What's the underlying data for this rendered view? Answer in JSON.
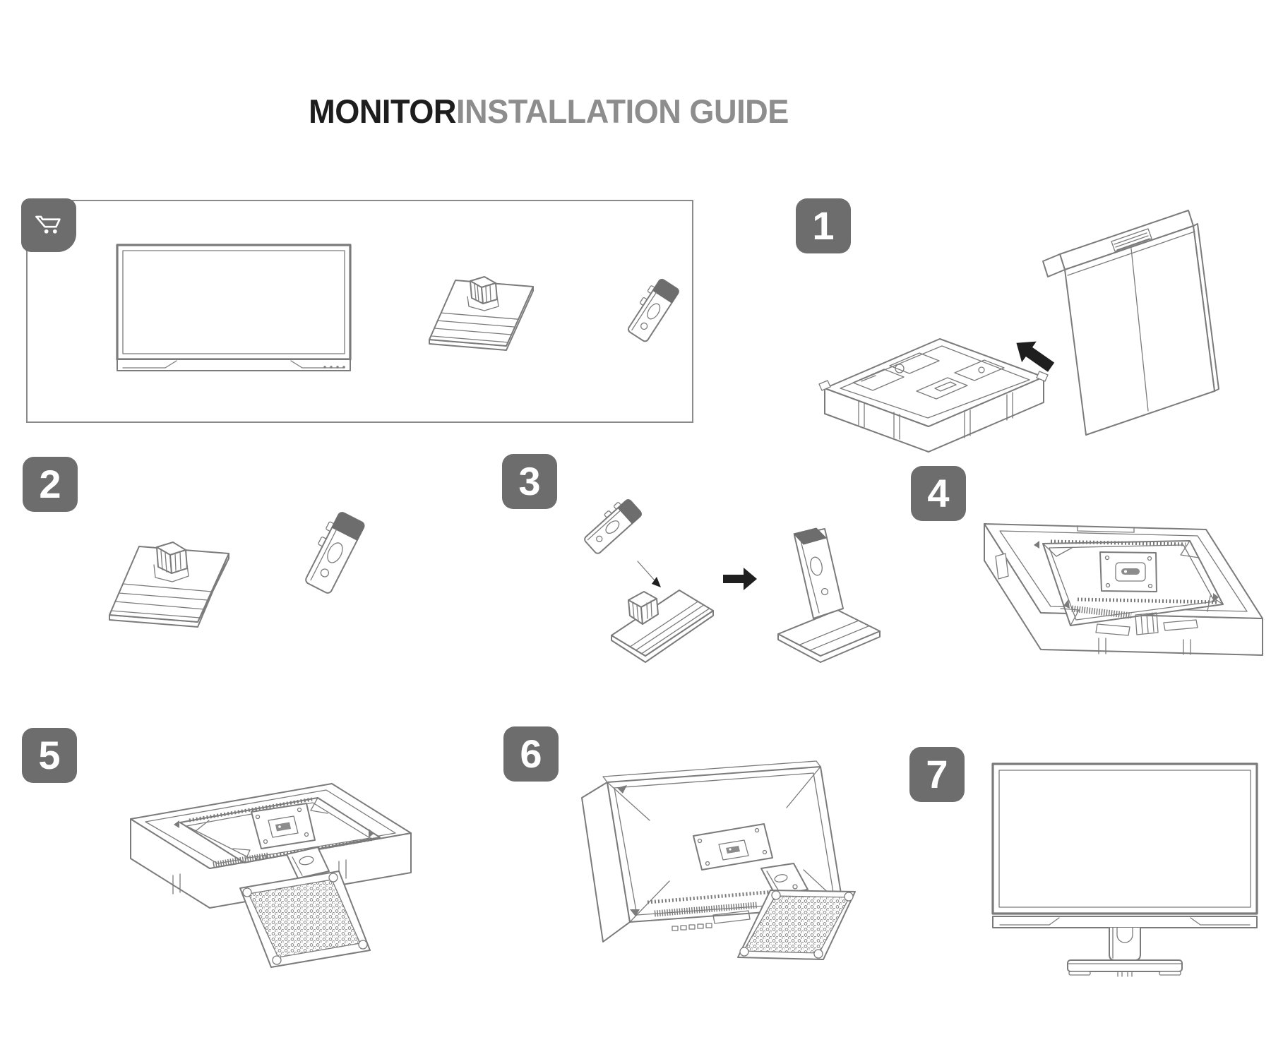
{
  "title": {
    "primary": "MONITOR",
    "secondary": "INSTALLATION GUIDE"
  },
  "package_box": {
    "icon": "shopping-cart-icon",
    "contents": [
      "monitor-panel-front",
      "stand-base-plate",
      "stand-neck"
    ]
  },
  "steps": [
    {
      "number": "1",
      "art": "foam-tray-pulled-from-carton"
    },
    {
      "number": "2",
      "art": "stand-base-and-neck-parts"
    },
    {
      "number": "3",
      "art": "attach-neck-to-base"
    },
    {
      "number": "4",
      "art": "monitor-face-down-in-foam"
    },
    {
      "number": "5",
      "art": "stand-attached-monitor-in-foam"
    },
    {
      "number": "6",
      "art": "monitor-with-stand-rear-view"
    },
    {
      "number": "7",
      "art": "finished-monitor-front-view"
    }
  ],
  "colors": {
    "badge_bg": "#6d6d6d",
    "line": "#7b7b7b",
    "dark_fill": "#6d6d6d",
    "arrow_black": "#1f1f1f",
    "title_primary": "#1d1d1d",
    "title_secondary": "#8d8d8d",
    "box_border": "#8a8a8a",
    "logo_gray": "#8c8c8c"
  }
}
